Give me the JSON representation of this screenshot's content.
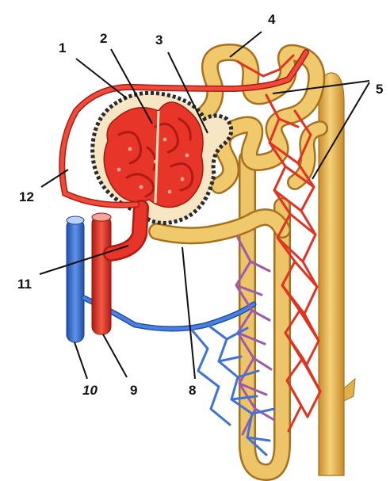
{
  "diagram": {
    "labels": [
      "1",
      "2",
      "3",
      "4",
      "5",
      "8",
      "9",
      "10",
      "11",
      "12"
    ],
    "colors": {
      "tubule": "#e9bd5a",
      "tubule_shade": "#c98a2a",
      "artery": "#e8352a",
      "artery_dark": "#b01a12",
      "vein": "#3f73d6",
      "vein_dark": "#1f4ea8",
      "mixed": "#a05aa0",
      "leader": "#111111"
    }
  }
}
